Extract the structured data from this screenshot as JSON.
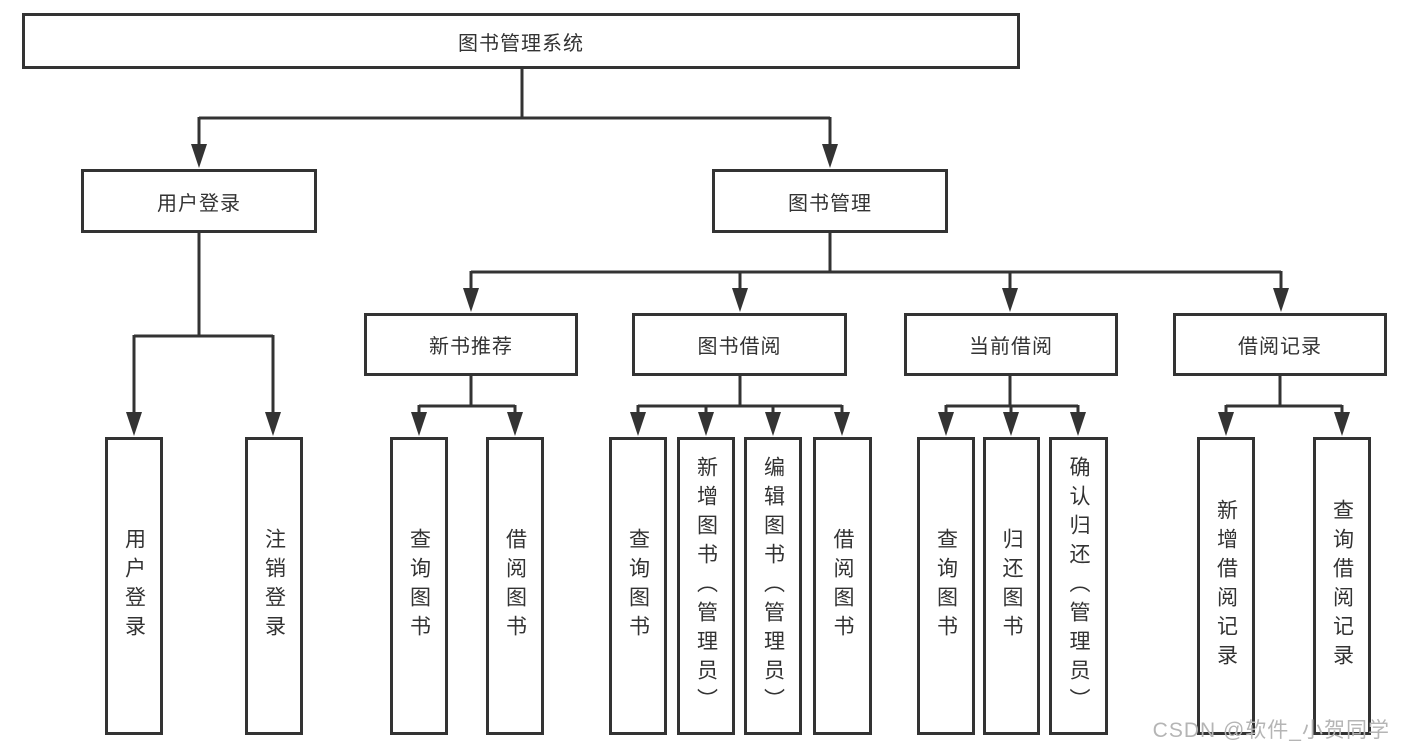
{
  "diagram": {
    "root": {
      "label": "图书管理系统"
    },
    "branches": [
      {
        "label": "用户登录",
        "children": [
          {
            "label": "用户登录"
          },
          {
            "label": "注销登录"
          }
        ]
      },
      {
        "label": "图书管理",
        "children": [
          {
            "label": "新书推荐",
            "children": [
              {
                "label": "查询图书"
              },
              {
                "label": "借阅图书"
              }
            ]
          },
          {
            "label": "图书借阅",
            "children": [
              {
                "label": "查询图书"
              },
              {
                "label": "新增图书（管理员）"
              },
              {
                "label": "编辑图书（管理员）"
              },
              {
                "label": "借阅图书"
              }
            ]
          },
          {
            "label": "当前借阅",
            "children": [
              {
                "label": "查询图书"
              },
              {
                "label": "归还图书"
              },
              {
                "label": "确认归还（管理员）"
              }
            ]
          },
          {
            "label": "借阅记录",
            "children": [
              {
                "label": "新增借阅记录"
              },
              {
                "label": "查询借阅记录"
              }
            ]
          }
        ]
      }
    ]
  },
  "watermark": {
    "text": "CSDN @软件_小贺同学"
  },
  "colors": {
    "line": "#333333",
    "text": "#333333",
    "box_background": "#ffffff",
    "watermark": "#b5b5b5",
    "page_background": "#ffffff"
  }
}
